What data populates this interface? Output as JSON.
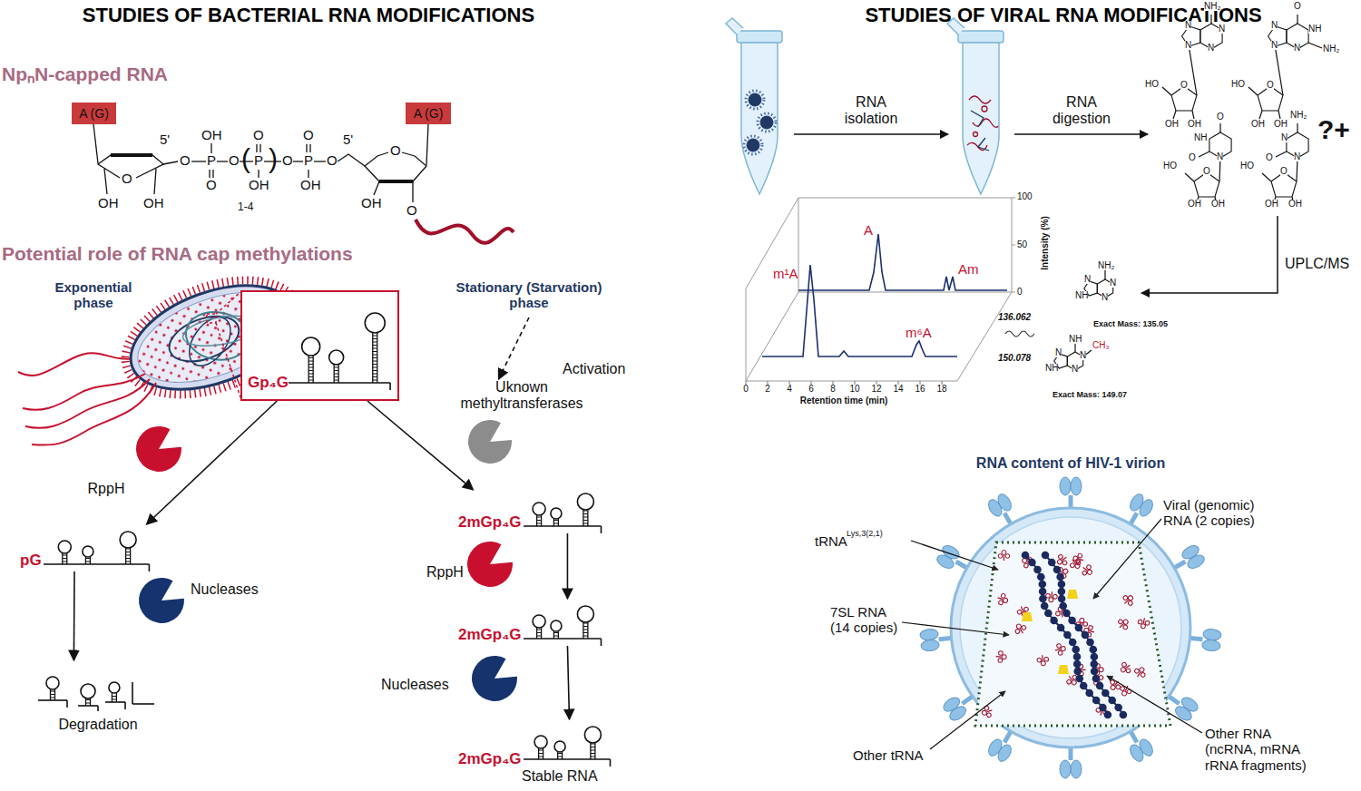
{
  "diagram": {
    "nodes": [
      {
        "text": [
          "A (G)"
        ]
      },
      {
        "text": [
          "A (G)"
        ]
      },
      {
        "text": [
          "Gp₄G"
        ]
      },
      {
        "text": [
          "pG"
        ]
      },
      {
        "text": [
          "Degradation"
        ]
      },
      {
        "text": [
          "Uknown methyltransferases"
        ]
      },
      {
        "text": [
          "2mGp₄G"
        ]
      },
      {
        "text": [
          "2mGp₄G"
        ]
      },
      {
        "text": [
          "2mGp₄G",
          "Stable RNA"
        ]
      },
      {
        "text": [
          "Stationary (Starvation) phase"
        ]
      }
    ],
    "edges": [
      {
        "from": 2,
        "to": 3,
        "arrow": "to"
      },
      {
        "from": 2,
        "to": 6,
        "arrow": "to"
      },
      {
        "from": 3,
        "to": 4,
        "arrow": "to"
      },
      {
        "from": 6,
        "to": 7,
        "arrow": "to"
      },
      {
        "from": 7,
        "to": 8,
        "arrow": "to"
      },
      {
        "from": 9,
        "to": 5,
        "arrow": "to",
        "label": "Activation"
      }
    ],
    "labels": [
      "STUDIES OF BACTERIAL RNA MODIFICATIONS",
      "STUDIES OF VIRAL RNA MODIFICATIONS",
      "NpₙN-capped RNA",
      "5'",
      "O",
      "OH",
      "OH",
      "O",
      "OH",
      "P",
      "O",
      "O",
      "(",
      "O",
      "P",
      "OH",
      ")",
      "1-4",
      "O",
      "O",
      "P",
      "OH",
      "O",
      "5'",
      "O",
      "OH",
      "O",
      "Potential role of RNA cap methylations",
      "Exponential phase",
      "RppH",
      "Nucleases",
      "RppH",
      "Nucleases",
      "RNA isolation",
      "RNA digestion",
      "NH₂",
      "N",
      "N",
      "N",
      "N",
      "HO",
      "O",
      "OH",
      "OH",
      "O",
      "NH",
      "NH₂",
      "N",
      "N",
      "N",
      "HO",
      "O",
      "OH",
      "OH",
      "O",
      "NH",
      "N",
      "O",
      "HO",
      "O",
      "OH",
      "OH",
      "NH₂",
      "N",
      "N",
      "O",
      "HO",
      "O",
      "OH",
      "OH",
      "?+",
      "UPLC/MS",
      "m¹A",
      "A",
      "Am",
      "m⁶A",
      "100",
      "50",
      "0",
      "Intensity (%)",
      "136.062",
      "150.078",
      "0",
      "2",
      "4",
      "6",
      "8",
      "10",
      "12",
      "14",
      "16",
      "18",
      "Retention time (min)",
      "NH₂",
      "N",
      "N",
      "N",
      "NH",
      "Exact Mass: 135.05",
      "NH",
      "N",
      "CH₃",
      "N",
      "N",
      "NH",
      "Exact Mass: 149.07",
      "RNA content of HIV-1 virion",
      "tRNA",
      "Lys,3(2,1)",
      "7SL RNA (14 copies)",
      "Other tRNA",
      "Viral (genomic) RNA (2 copies)",
      "Other RNA (ncRNA, mRNA rRNA fragments)"
    ]
  }
}
